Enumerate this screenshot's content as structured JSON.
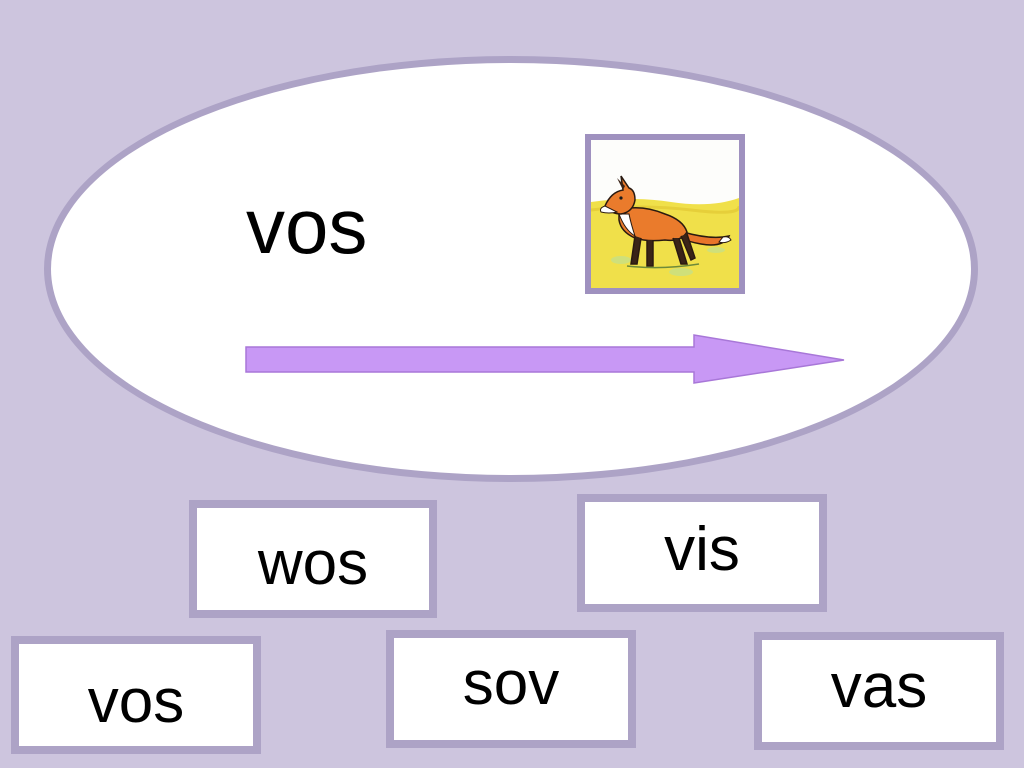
{
  "exercise": {
    "target_word": "vos",
    "picture": "fox-illustration",
    "arrow": "reading-direction-arrow-right"
  },
  "options": [
    {
      "id": "wos",
      "label": "wos"
    },
    {
      "id": "vis",
      "label": "vis"
    },
    {
      "id": "vos",
      "label": "vos"
    },
    {
      "id": "sov",
      "label": "sov"
    },
    {
      "id": "vas",
      "label": "vas"
    }
  ],
  "colors": {
    "background": "#cdc5de",
    "oval_border": "#ada3c6",
    "card_border": "#ada3c6",
    "picture_border": "#9f91bf",
    "arrow_fill": "#c898f5",
    "text": "#000000"
  }
}
